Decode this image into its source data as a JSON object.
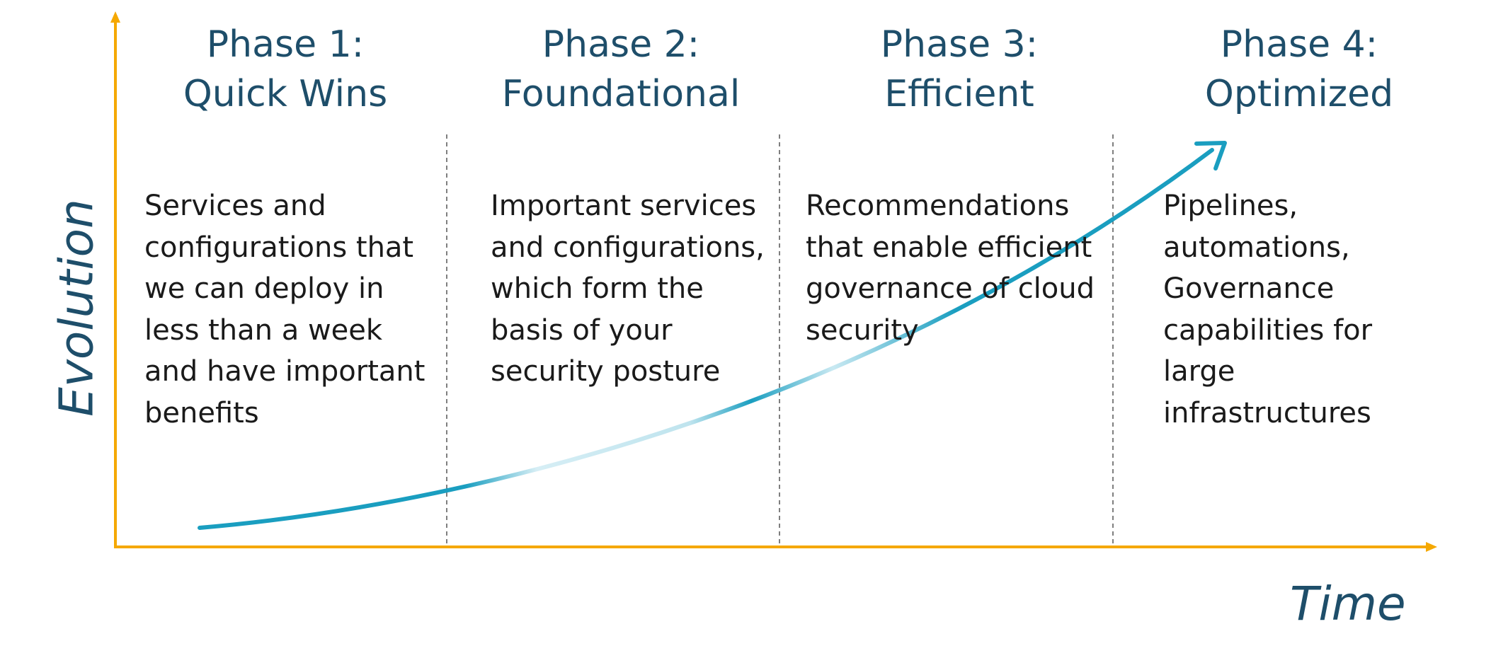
{
  "axes": {
    "y_label": "Evolution",
    "x_label": "Time"
  },
  "phases": [
    {
      "title_line1": "Phase 1:",
      "title_line2": "Quick Wins",
      "description": "Services and configurations that we can deploy in less than a week and have important benefits"
    },
    {
      "title_line1": "Phase 2:",
      "title_line2": "Foundational",
      "description": "Important services and configurations, which form the basis of your security posture"
    },
    {
      "title_line1": "Phase 3:",
      "title_line2": "Efficient",
      "description": "Recommendations that enable efficient governance of cloud security"
    },
    {
      "title_line1": "Phase 4:",
      "title_line2": "Optimized",
      "description": "Pipelines, automations, Governance capabilities for large infrastructures"
    }
  ],
  "colors": {
    "axis": "#f5a800",
    "title": "#1e4e6a",
    "curve": "#1a9ec0"
  }
}
